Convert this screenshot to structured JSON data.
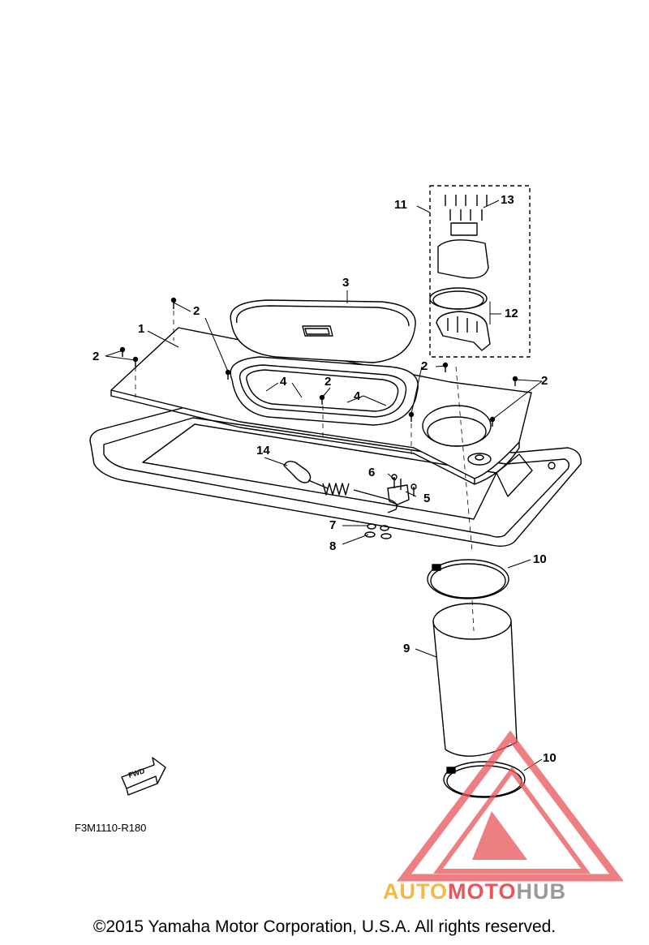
{
  "callouts": [
    {
      "id": "1",
      "label": "1"
    },
    {
      "id": "2a",
      "label": "2"
    },
    {
      "id": "2b",
      "label": "2"
    },
    {
      "id": "2c",
      "label": "2"
    },
    {
      "id": "2d",
      "label": "2"
    },
    {
      "id": "2e",
      "label": "2"
    },
    {
      "id": "3",
      "label": "3"
    },
    {
      "id": "4a",
      "label": "4"
    },
    {
      "id": "4b",
      "label": "4"
    },
    {
      "id": "5",
      "label": "5"
    },
    {
      "id": "6",
      "label": "6"
    },
    {
      "id": "7",
      "label": "7"
    },
    {
      "id": "8",
      "label": "8"
    },
    {
      "id": "9",
      "label": "9"
    },
    {
      "id": "10a",
      "label": "10"
    },
    {
      "id": "10b",
      "label": "10"
    },
    {
      "id": "11",
      "label": "11"
    },
    {
      "id": "12",
      "label": "12"
    },
    {
      "id": "13",
      "label": "13"
    },
    {
      "id": "14",
      "label": "14"
    }
  ],
  "fwd_label": "FWD",
  "drawing_code": "F3M1110-R180",
  "watermark": {
    "part1": "AUTO",
    "part2": "MOTO",
    "part3": "HUB",
    "colors": {
      "auto": "#f5b942",
      "moto": "#e8555a",
      "hub": "#9a9a9a"
    }
  },
  "copyright": "©2015 Yamaha Motor Corporation, U.S.A. All rights reserved."
}
